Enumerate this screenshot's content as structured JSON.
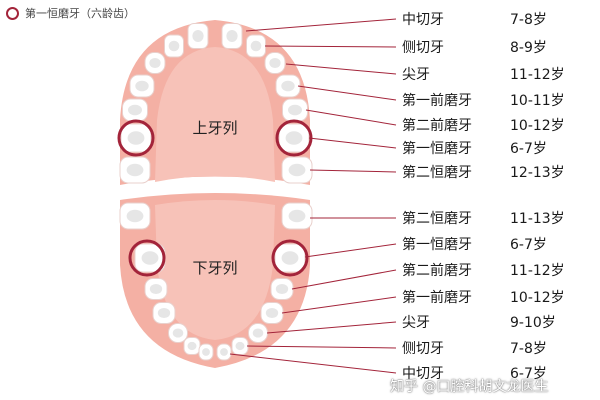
{
  "legend": {
    "text": "第一恒磨牙（六龄齿）",
    "color": "#a3243a"
  },
  "arches": {
    "upper_label": "上牙列",
    "lower_label": "下牙列"
  },
  "upper_teeth": [
    {
      "name": "中切牙",
      "age": "7-8岁"
    },
    {
      "name": "侧切牙",
      "age": "8-9岁"
    },
    {
      "name": "尖牙",
      "age": "11-12岁"
    },
    {
      "name": "第一前磨牙",
      "age": "10-11岁"
    },
    {
      "name": "第二前磨牙",
      "age": "10-12岁"
    },
    {
      "name": "第一恒磨牙",
      "age": "6-7岁"
    },
    {
      "name": "第二恒磨牙",
      "age": "12-13岁"
    }
  ],
  "lower_teeth": [
    {
      "name": "第二恒磨牙",
      "age": "11-13岁"
    },
    {
      "name": "第一恒磨牙",
      "age": "6-7岁"
    },
    {
      "name": "第二前磨牙",
      "age": "11-12岁"
    },
    {
      "name": "第一前磨牙",
      "age": "10-12岁"
    },
    {
      "name": "尖牙",
      "age": "9-10岁"
    },
    {
      "name": "侧切牙",
      "age": "7-8岁"
    },
    {
      "name": "中切牙",
      "age": "6-7岁"
    }
  ],
  "watermark": "知乎 @口腔科胡文龙医生",
  "colors": {
    "gum": "#f4b0a4",
    "gum_inner": "#f7c2b8",
    "tooth": "#ffffff",
    "tooth_shade": "#e6e6e6",
    "marker": "#a3243a",
    "leader_line": "#a3243a"
  }
}
